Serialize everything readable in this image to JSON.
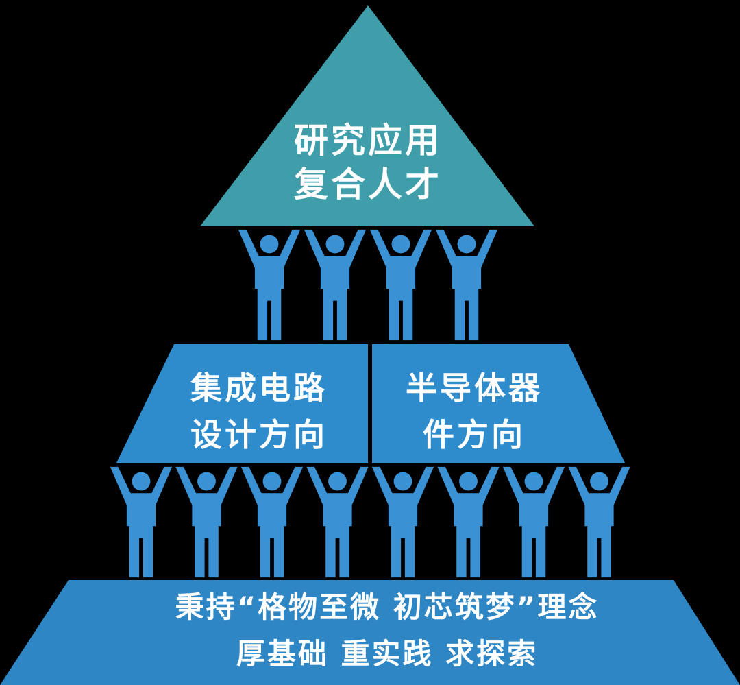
{
  "pyramid": {
    "top": {
      "line1": "研究应用",
      "line2": "复合人才",
      "color": "#3f9ea9"
    },
    "middle": {
      "left": {
        "line1": "集成电路",
        "line2": "设计方向"
      },
      "right": {
        "line1": "半导体器",
        "line2": "件方向"
      },
      "color": "#2f8ccc"
    },
    "base": {
      "line1": "秉持“格物至微 初芯筑梦”理念",
      "line2": "厚基础 重实践 求探索",
      "color": "#2e86c4"
    },
    "figures": {
      "upper_count": 4,
      "lower_count": 8,
      "color": "#3a92d4"
    },
    "background": "#000000"
  }
}
